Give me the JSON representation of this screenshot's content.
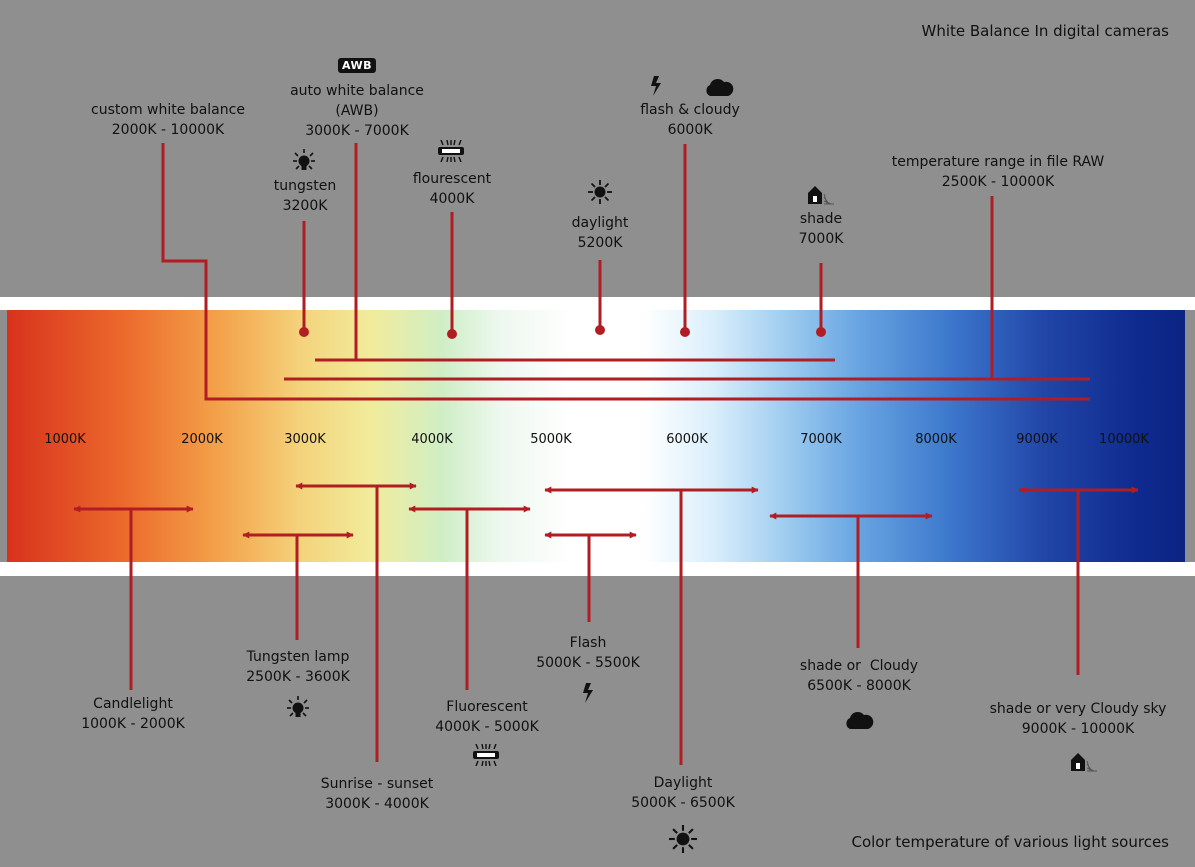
{
  "title": "White Balance In digital cameras",
  "footer": "Color temperature of various light sources",
  "colors": {
    "line": "#b01e23",
    "background": "#8f8f8f"
  },
  "scale": {
    "ticks": [
      "1000K",
      "2000K",
      "3000K",
      "4000K",
      "5000K",
      "6000K",
      "7000K",
      "8000K",
      "9000K",
      "10000K"
    ]
  },
  "camera_settings": [
    {
      "name": "custom white balance",
      "range": "2000K - 10000K"
    },
    {
      "badge": "AWB",
      "name": "auto white balance",
      "sub": "(AWB)",
      "range": "3000K - 7000K"
    },
    {
      "name": "tungsten",
      "range": "3200K",
      "icon": "bulb-icon"
    },
    {
      "name": "flourescent",
      "range": "4000K",
      "icon": "fluorescent-icon"
    },
    {
      "name": "daylight",
      "range": "5200K",
      "icon": "sun-icon"
    },
    {
      "name": "flash & cloudy",
      "range": "6000K",
      "icon": "flash-cloud-icon"
    },
    {
      "name": "shade",
      "range": "7000K",
      "icon": "shade-icon"
    },
    {
      "name": "temperature range in file RAW",
      "range": "2500K - 10000K"
    }
  ],
  "light_sources": [
    {
      "name": "Candlelight",
      "range": "1000K - 2000K"
    },
    {
      "name": "Tungsten lamp",
      "range": "2500K - 3600K",
      "icon": "bulb-icon"
    },
    {
      "name": "Sunrise - sunset",
      "range": "3000K - 4000K"
    },
    {
      "name": "Fluorescent",
      "range": "4000K - 5000K",
      "icon": "fluorescent-icon"
    },
    {
      "name": "Flash",
      "range": "5000K - 5500K",
      "icon": "flash-icon"
    },
    {
      "name": "Daylight",
      "range": "5000K - 6500K",
      "icon": "sun-icon"
    },
    {
      "name": "shade or  Cloudy",
      "range": "6500K - 8000K",
      "icon": "cloud-icon"
    },
    {
      "name": "shade or very Cloudy sky",
      "range": "9000K - 10000K",
      "icon": "shade-icon"
    }
  ]
}
